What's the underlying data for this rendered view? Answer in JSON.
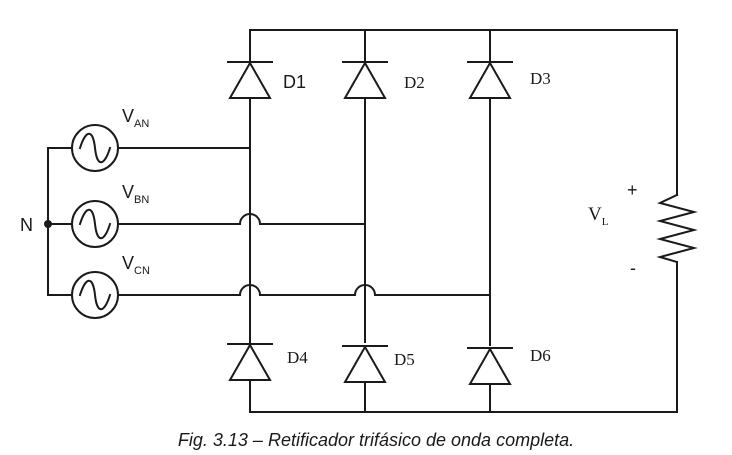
{
  "labels": {
    "d1": "D1",
    "d2": "D2",
    "d3": "D3",
    "d4": "D4",
    "d5": "D5",
    "d6": "D6",
    "van_main": "V",
    "van_sub": "AN",
    "vbn_main": "V",
    "vbn_sub": "BN",
    "vcn_main": "V",
    "vcn_sub": "CN",
    "neutral": "N",
    "vl_main": "V",
    "vl_sub": "L",
    "plus": "+",
    "minus": "-"
  },
  "caption": "Fig. 3.13 – Retificador trifásico de onda completa."
}
